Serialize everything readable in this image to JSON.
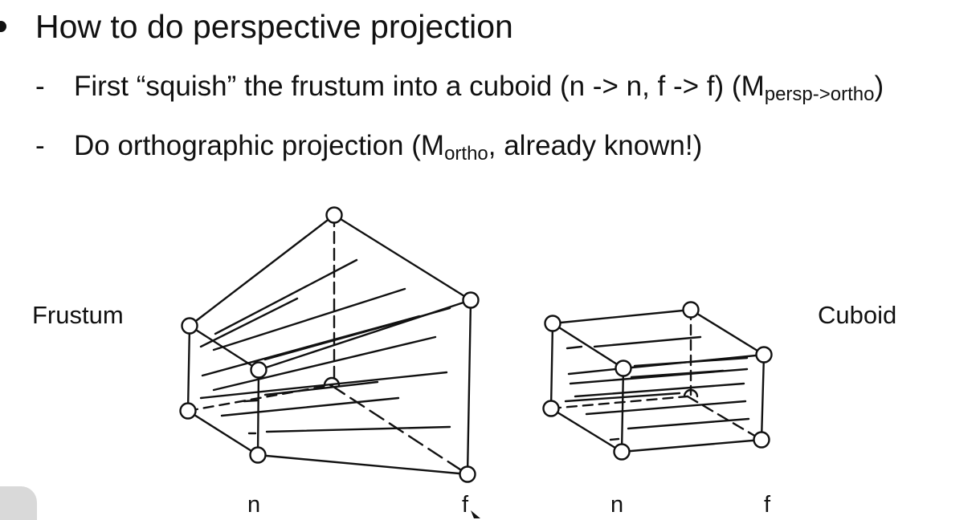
{
  "bullet": {
    "main": "How to do perspective projection",
    "sub1_prefix": "First “squish” the frustum into a cuboid (n -> n, f -> f) (M",
    "sub1_subscript": "persp->ortho",
    "sub1_suffix": ")",
    "sub2_prefix": "Do orthographic projection (M",
    "sub2_subscript": "ortho",
    "sub2_suffix": ", already known!)",
    "dash": "-"
  },
  "diagram": {
    "frustum_label": "Frustum",
    "cuboid_label": "Cuboid",
    "frustum_near_label": "n",
    "frustum_far_label": "f",
    "cuboid_near_label": "n",
    "cuboid_far_label": "f"
  }
}
